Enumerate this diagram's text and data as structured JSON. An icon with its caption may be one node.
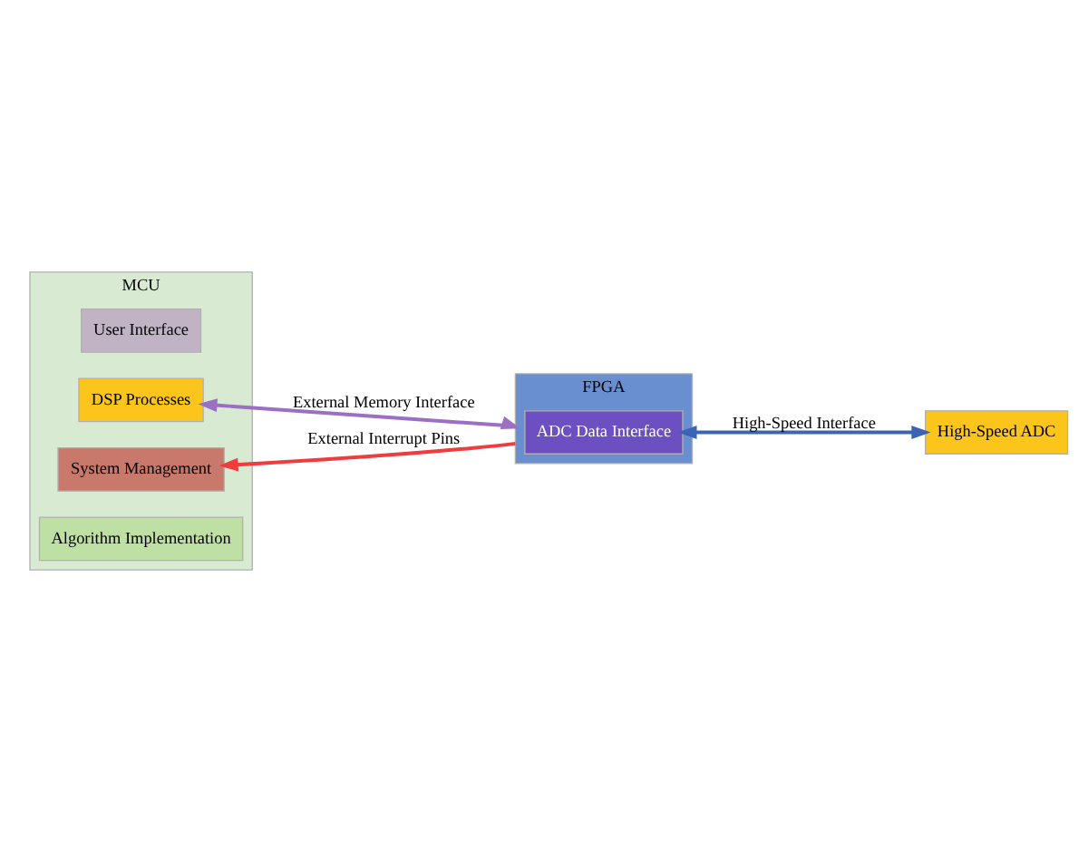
{
  "diagram": {
    "nodes": [
      {
        "text": [
          "MCU"
        ]
      },
      {
        "text": [
          "User Interface"
        ],
        "in": 0
      },
      {
        "text": [
          "System Management"
        ],
        "in": 0
      },
      {
        "text": [
          "DSP Processes"
        ],
        "in": 0
      },
      {
        "text": [
          "Algorithm Implementation"
        ],
        "in": 0
      },
      {
        "text": [
          "FPGA"
        ]
      },
      {
        "text": [
          "ADC Data Interface"
        ],
        "in": 5
      },
      {
        "text": [
          "High-Speed ADC"
        ]
      }
    ],
    "edges": [
      {
        "from": 5,
        "to": 2,
        "arrow": "to",
        "label": "External Interrupt Pins",
        "color": "#f03c3c"
      },
      {
        "from": 3,
        "to": 5,
        "arrow": "both",
        "label": "External Memory Interface",
        "color": "#9b6fc4"
      },
      {
        "from": 6,
        "to": 7,
        "arrow": "both",
        "label": "High-Speed Interface",
        "color": "#3c64b4"
      }
    ]
  }
}
